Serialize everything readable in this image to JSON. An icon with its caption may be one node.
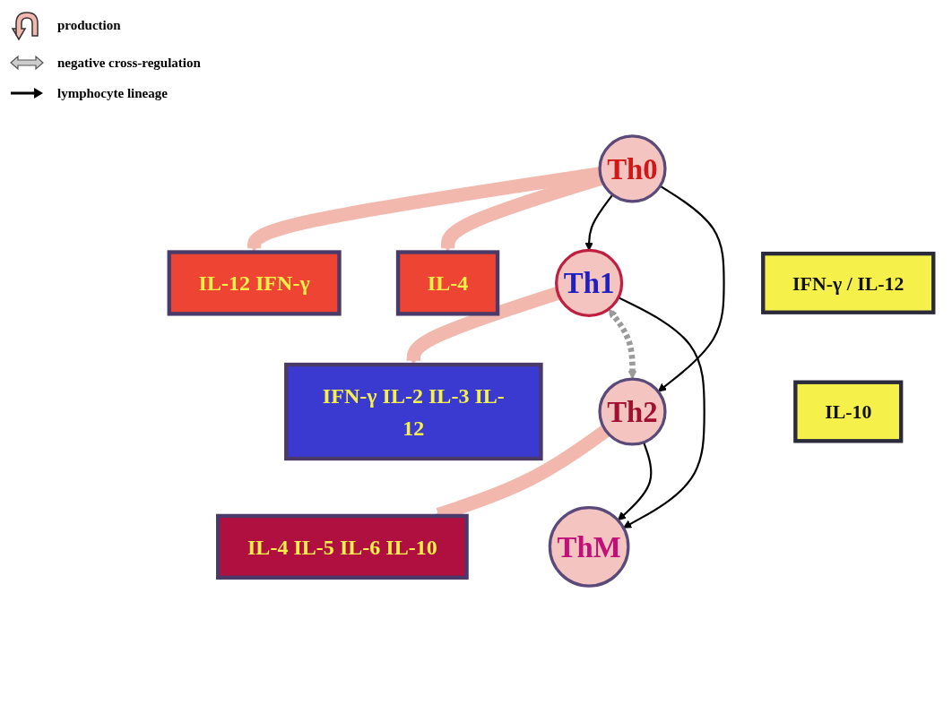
{
  "diagram": {
    "nodes": [
      {
        "text": [
          "Th0"
        ]
      },
      {
        "text": [
          "IL-12 IFN-γ"
        ]
      },
      {
        "text": [
          "IL-4"
        ]
      },
      {
        "text": [
          "Th1"
        ]
      },
      {
        "text": [
          "IFN-γ / IL-12"
        ]
      },
      {
        "text": [
          "Th2"
        ]
      },
      {
        "text": [
          "IFN-γ IL-2 IL-3 IL-12"
        ]
      },
      {
        "text": [
          "IL-10"
        ]
      },
      {
        "text": [
          "IL-4 IL-5 IL-6 IL-10"
        ]
      },
      {
        "text": [
          "ThM"
        ]
      }
    ],
    "edges": [
      {
        "from": 0,
        "to": 1,
        "arrow": "to",
        "style": "thick",
        "color": "#f2b8ae"
      },
      {
        "from": 0,
        "to": 2,
        "arrow": "to",
        "style": "thick",
        "color": "#f2b8ae"
      },
      {
        "from": 0,
        "to": 3,
        "arrow": "to",
        "color": "#000000"
      },
      {
        "from": 0,
        "to": 5,
        "arrow": "to",
        "color": "#000000"
      },
      {
        "from": 3,
        "to": 6,
        "arrow": "to",
        "style": "thick",
        "color": "#f2b8ae"
      },
      {
        "from": 5,
        "to": 8,
        "arrow": "to",
        "style": "thick",
        "color": "#f2b8ae"
      },
      {
        "from": 3,
        "to": 5,
        "arrow": "both",
        "style": "dashed",
        "color": "#9a9a9a"
      },
      {
        "from": 3,
        "to": 9,
        "arrow": "to",
        "color": "#000000"
      },
      {
        "from": 5,
        "to": 9,
        "arrow": "to",
        "color": "#000000"
      }
    ],
    "legend": [
      {
        "text": "production"
      },
      {
        "text": "negative cross-regulation"
      },
      {
        "text": "lymphocyte lineage"
      }
    ]
  }
}
